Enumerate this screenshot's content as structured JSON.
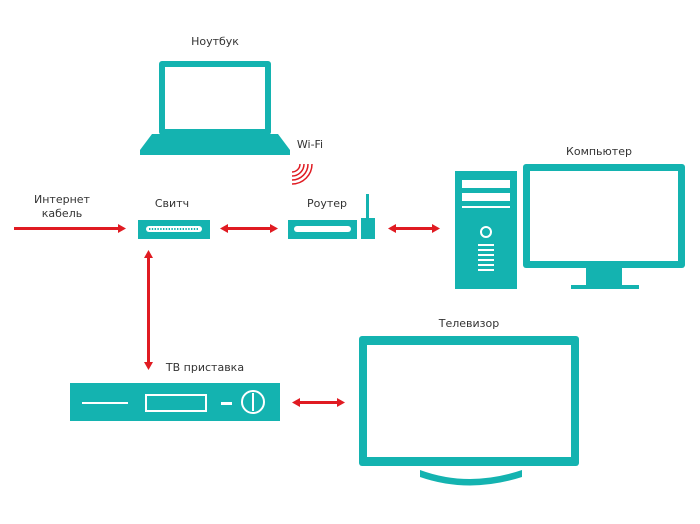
{
  "labels": {
    "laptop": "Ноутбук",
    "wifi": "Wi-Fi",
    "computer": "Компьютер",
    "internet_line1": "Интернет",
    "internet_line2": "кабель",
    "switch": "Свитч",
    "router": "Роутер",
    "tv": "Телевизор",
    "tv_box": "ТВ приставка"
  },
  "icons": {
    "laptop": "laptop-icon",
    "switch": "switch-icon",
    "router": "router-icon",
    "computer": "desktop-computer-icon",
    "tv": "tv-icon",
    "tv_box": "set-top-box-icon",
    "wifi": "wifi-signal-icon"
  },
  "colors": {
    "device": "#14b3b0",
    "link": "#e01b22",
    "text": "#333333"
  }
}
